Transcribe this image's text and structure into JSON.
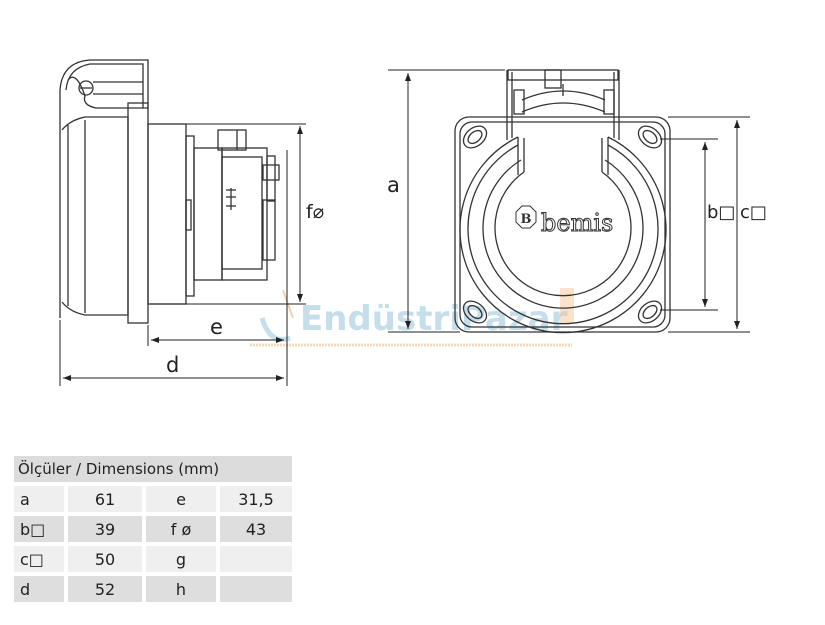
{
  "drawing": {
    "brand_logo_text": "bemis",
    "brand_logo_mark": "B",
    "watermark_text": "EndüstriPazar",
    "labels": {
      "a": "a",
      "b": "b□",
      "c": "c□",
      "d": "d",
      "e": "e",
      "f": "f⌀"
    }
  },
  "table": {
    "title": "Ölçüler / Dimensions (mm)",
    "rows": [
      {
        "k1": "a",
        "v1": "61",
        "k2": "e",
        "v2": "31,5"
      },
      {
        "k1": "b□",
        "v1": "39",
        "k2": "f ø",
        "v2": "43"
      },
      {
        "k1": "c□",
        "v1": "50",
        "k2": "g",
        "v2": ""
      },
      {
        "k1": "d",
        "v1": "52",
        "k2": "h",
        "v2": ""
      }
    ]
  }
}
